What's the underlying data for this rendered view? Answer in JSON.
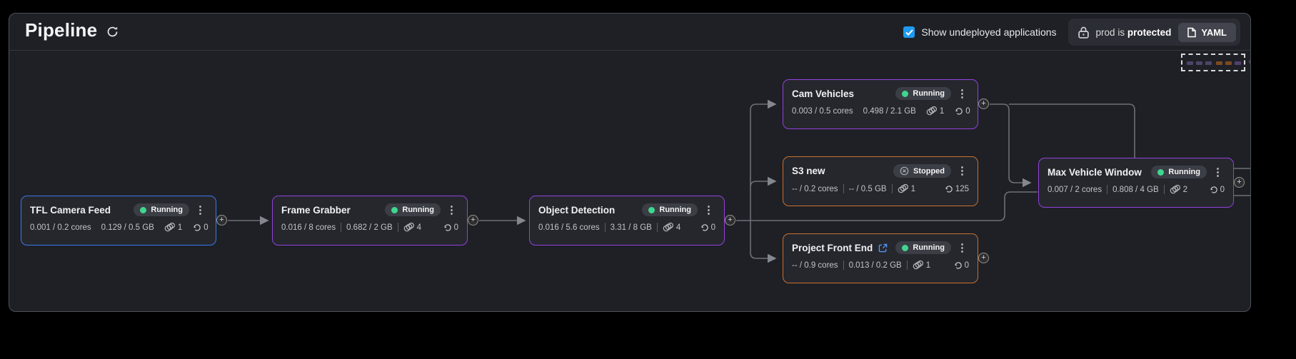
{
  "header": {
    "title": "Pipeline",
    "show_undeployed_label": "Show undeployed applications",
    "checkbox_checked": true,
    "protected_prefix": "prod is",
    "protected_word": "protected",
    "yaml_label": "YAML"
  },
  "colors": {
    "running_green": "#3fd68f",
    "node_blue": "#3b79ec",
    "node_purple": "#9341dd",
    "node_orange": "#c9702f",
    "checkbox_blue": "#1d9af2"
  },
  "nodes": [
    {
      "title": "TFL Camera Feed",
      "status": "Running",
      "cpu": "0.001 / 0.2 cores",
      "memory": "0.129 / 0.5 GB",
      "replicas": "1",
      "restarts": "0",
      "border": "blue"
    },
    {
      "title": "Frame Grabber",
      "status": "Running",
      "cpu": "0.016 / 8 cores",
      "memory": "0.682 / 2 GB",
      "replicas": "4",
      "restarts": "0",
      "border": "purple"
    },
    {
      "title": "Object Detection",
      "status": "Running",
      "cpu": "0.016 / 5.6 cores",
      "memory": "3.31 / 8 GB",
      "replicas": "4",
      "restarts": "0",
      "border": "purple"
    },
    {
      "title": "Cam Vehicles",
      "status": "Running",
      "cpu": "0.003 / 0.5 cores",
      "memory": "0.498 / 2.1 GB",
      "replicas": "1",
      "restarts": "0",
      "border": "purple"
    },
    {
      "title": "S3 new",
      "status": "Stopped",
      "cpu": "-- / 0.2 cores",
      "memory": "-- / 0.5 GB",
      "replicas": "1",
      "restarts": "125",
      "border": "orange"
    },
    {
      "title": "Project Front End",
      "status": "Running",
      "cpu": "-- / 0.9 cores",
      "memory": "0.013 / 0.2 GB",
      "replicas": "1",
      "restarts": "0",
      "border": "orange",
      "external_link": true
    },
    {
      "title": "Max Vehicle Window",
      "status": "Running",
      "cpu": "0.007 / 2 cores",
      "memory": "0.808 / 4 GB",
      "replicas": "2",
      "restarts": "0",
      "border": "purple"
    }
  ]
}
